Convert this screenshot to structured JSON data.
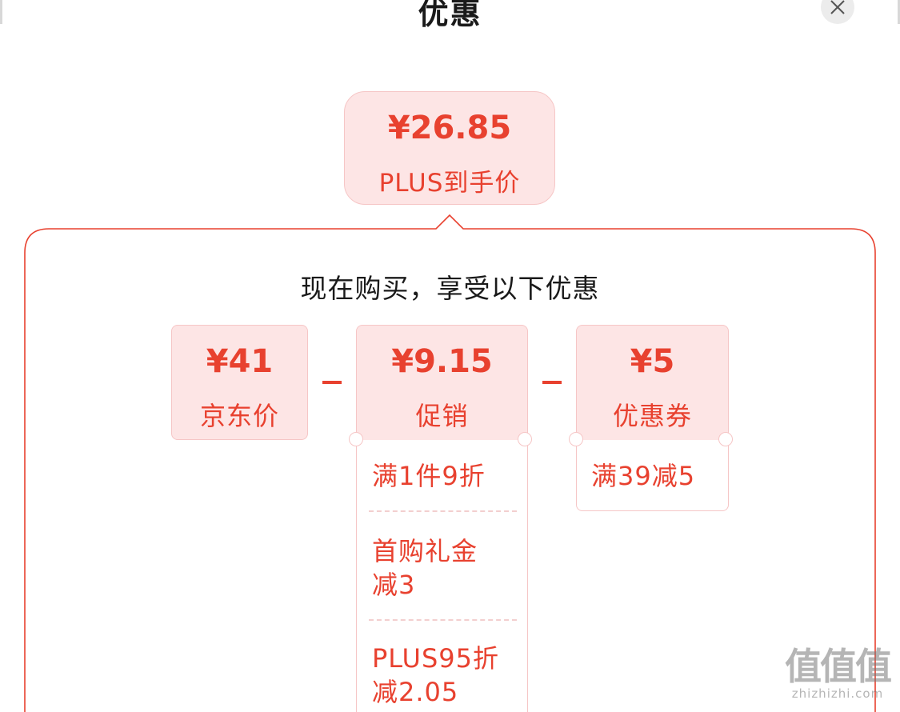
{
  "header": {
    "title": "优惠",
    "close_icon": "close-icon"
  },
  "summary": {
    "price": "¥26.85",
    "label": "PLUS到手价"
  },
  "breakdown": {
    "subtitle": "现在购买，享受以下优惠",
    "operator": "−",
    "jd_price": {
      "price": "¥41",
      "label": "京东价"
    },
    "promotion": {
      "price": "¥9.15",
      "label": "促销",
      "items": [
        "满1件9折",
        "首购礼金\n减3",
        "PLUS95折\n减2.05"
      ]
    },
    "coupon": {
      "price": "¥5",
      "label": "优惠券",
      "items": [
        "满39减5"
      ]
    }
  },
  "watermark": {
    "logo": "值值值",
    "text": "zhizhizhi.com"
  },
  "colors": {
    "accent": "#e8412f",
    "card_bg": "#fde5e5",
    "card_border": "#f6c6c6"
  }
}
